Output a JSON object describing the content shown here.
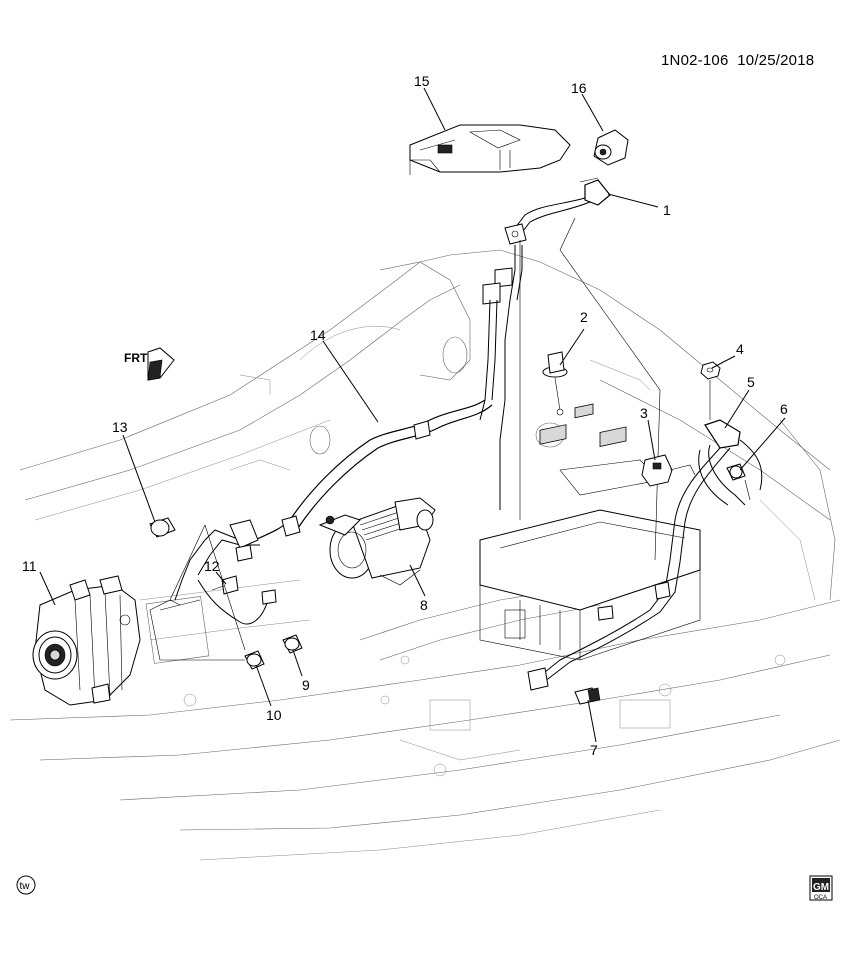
{
  "header": {
    "code": "1N02-106",
    "date": "10/25/2018"
  },
  "direction_label": "FRT",
  "corner_logo": "tw",
  "brand_mark": {
    "top": "GM",
    "bottom": "OCA"
  },
  "callouts": [
    "1",
    "2",
    "3",
    "4",
    "5",
    "6",
    "7",
    "8",
    "9",
    "10",
    "11",
    "12",
    "13",
    "14",
    "15",
    "16"
  ]
}
